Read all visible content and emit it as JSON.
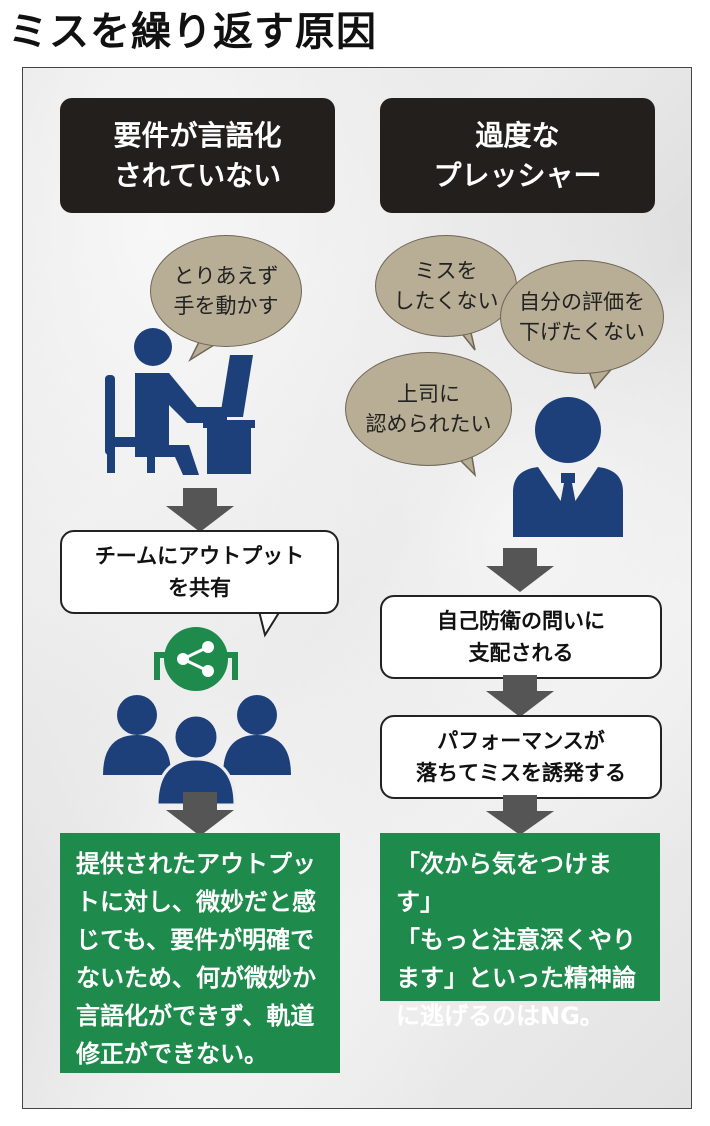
{
  "title": "ミスを繰り返す原因",
  "left": {
    "header": [
      "要件が言語化",
      "されていない"
    ],
    "bubble": [
      "とりあえず",
      "手を動かす"
    ],
    "callout": [
      "チームにアウトプット",
      "を共有"
    ],
    "conclusion": [
      "提供されたアウトプッ",
      "トに対し、微妙だと感",
      "じても、要件が明確で",
      "ないため、何が微妙か",
      "言語化ができず、軌道",
      "修正ができない。"
    ]
  },
  "right": {
    "header": [
      "過度な",
      "プレッシャー"
    ],
    "bubbles": [
      [
        "ミスを",
        "したくない"
      ],
      [
        "自分の評価を",
        "下げたくない"
      ],
      [
        "上司に",
        "認められたい"
      ]
    ],
    "step1": [
      "自己防衛の問いに",
      "支配される"
    ],
    "step2": [
      "パフォーマンスが",
      "落ちてミスを誘発する"
    ],
    "conclusion": [
      "「次から気をつけます」",
      "「もっと注意深くやり",
      "ます」といった精神論",
      "に逃げるのはNG。"
    ]
  },
  "colors": {
    "navy": "#1d3f7a",
    "green": "#1e8a4c",
    "bubble": "#b8ad95",
    "header": "#231f1c",
    "arrow": "#555555"
  }
}
